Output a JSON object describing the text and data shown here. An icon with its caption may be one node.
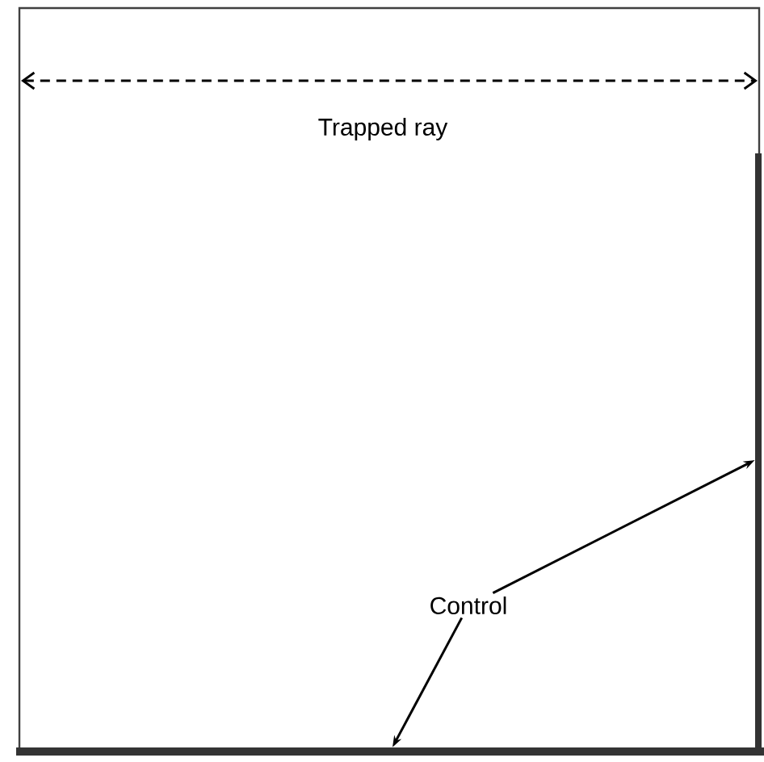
{
  "diagram": {
    "nodes": [
      {
        "text": [
          "Control"
        ]
      },
      {
        "text": [],
        "shape": "bar"
      },
      {
        "text": [],
        "shape": "bar"
      }
    ],
    "edges": [
      {
        "from": 0,
        "to": 1,
        "arrow": "to"
      },
      {
        "from": 0,
        "to": 2,
        "arrow": "to"
      }
    ],
    "labels": [
      "Trapped ray"
    ]
  }
}
